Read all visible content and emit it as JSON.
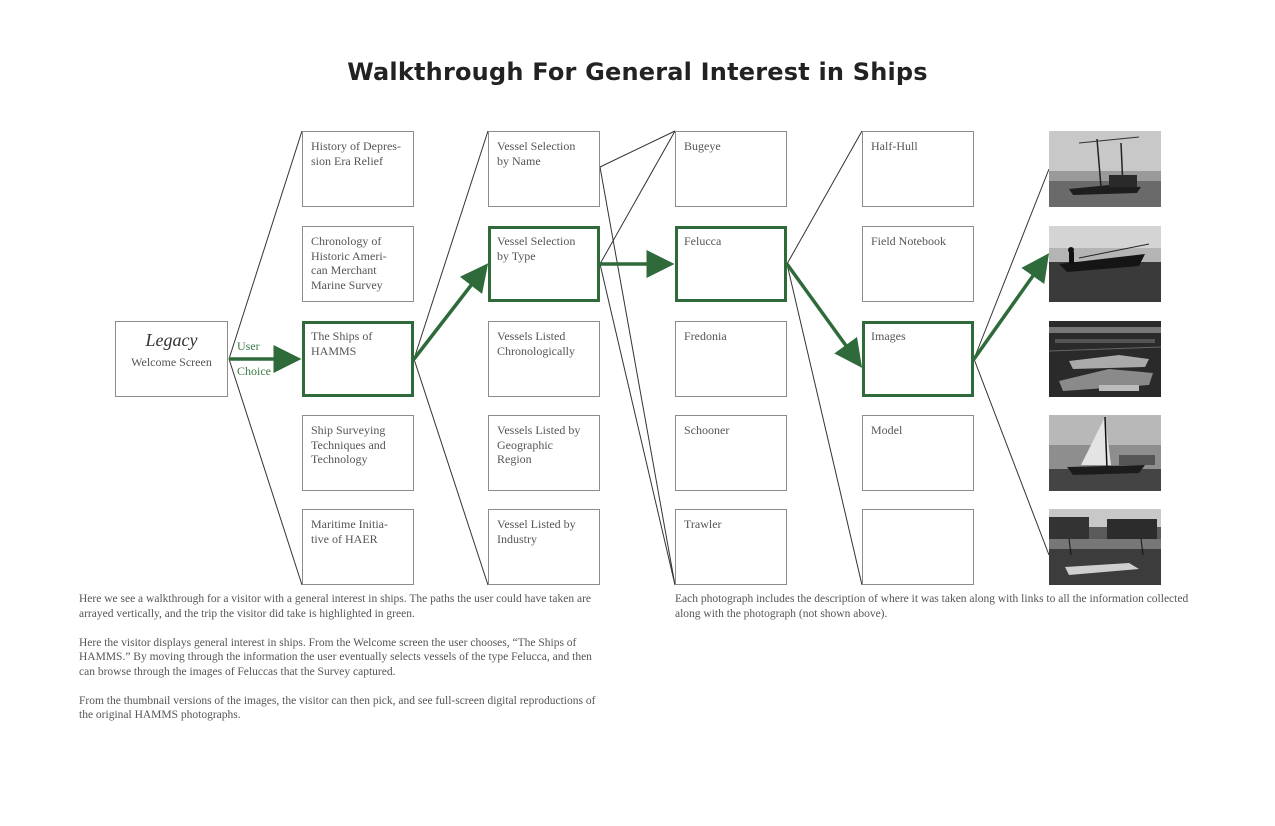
{
  "title": "Walkthrough For General Interest in Ships",
  "start": {
    "brand": "Legacy",
    "label": "Welcome Screen"
  },
  "choice": {
    "line1": "User",
    "line2": "Choice"
  },
  "columns": [
    {
      "nodes": [
        {
          "label": "History of Depres-\nsion Era Relief",
          "selected": false
        },
        {
          "label": "Chronology of\nHistoric Ameri-\ncan Merchant\nMarine Survey",
          "selected": false
        },
        {
          "label": "The Ships of\nHAMMS",
          "selected": true
        },
        {
          "label": "Ship Surveying\nTechniques and\nTechnology",
          "selected": false
        },
        {
          "label": "Maritime Initia-\ntive of HAER",
          "selected": false
        }
      ]
    },
    {
      "nodes": [
        {
          "label": "Vessel Selection\nby Name",
          "selected": false
        },
        {
          "label": "Vessel Selection\nby Type",
          "selected": true
        },
        {
          "label": "Vessels Listed\nChronologically",
          "selected": false
        },
        {
          "label": "Vessels Listed by\nGeographic\nRegion",
          "selected": false
        },
        {
          "label": "Vessel Listed by\nIndustry",
          "selected": false
        }
      ]
    },
    {
      "nodes": [
        {
          "label": "Bugeye",
          "selected": false
        },
        {
          "label": "Felucca",
          "selected": true
        },
        {
          "label": "Fredonia",
          "selected": false
        },
        {
          "label": "Schooner",
          "selected": false
        },
        {
          "label": "Trawler",
          "selected": false
        }
      ]
    },
    {
      "nodes": [
        {
          "label": "Half-Hull",
          "selected": false
        },
        {
          "label": "Field Notebook",
          "selected": false
        },
        {
          "label": "Images",
          "selected": true
        },
        {
          "label": "Model",
          "selected": false
        },
        {
          "label": "",
          "selected": false
        }
      ]
    }
  ],
  "photos": [
    {
      "subject": "boats-with-masts-photo"
    },
    {
      "subject": "felucca-rowing-photo"
    },
    {
      "subject": "boatyard-interior-photo"
    },
    {
      "subject": "felucca-sail-photo"
    },
    {
      "subject": "harbor-dock-photo"
    }
  ],
  "colors": {
    "highlight": "#2f6b3a",
    "line": "#333333",
    "box_border": "#8c8c8c"
  },
  "left_text": [
    "Here we see a walkthrough for a visitor with a general interest in ships. The paths the user could have taken are arrayed vertically, and the trip the visitor did take is highlighted in green.",
    "Here the visitor displays general interest in ships. From the Welcome screen the user chooses, “The Ships of HAMMS.” By moving through the information the user eventually selects vessels of the type Felucca, and then can browse through the images of Feluccas that the Survey captured.",
    "From the thumbnail versions of the images, the visitor can then pick, and see full-screen digital reproductions of the original HAMMS photographs."
  ],
  "right_text": "Each photograph includes the description of where it was taken along with links to all the information collected along with the photograph (not shown above)."
}
